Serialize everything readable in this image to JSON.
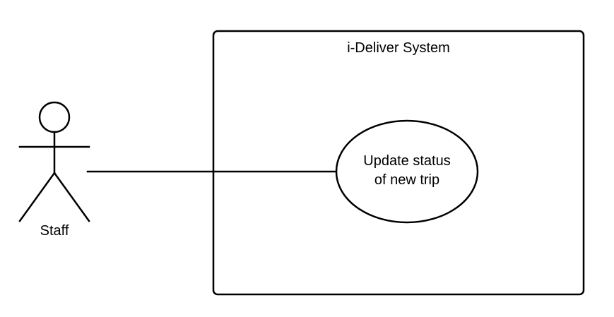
{
  "system": {
    "title": "i-Deliver System"
  },
  "actor": {
    "name": "Staff"
  },
  "use_case": {
    "line1": "Update status",
    "line2": "of new trip"
  },
  "colors": {
    "stroke": "#000000",
    "background": "#ffffff"
  }
}
